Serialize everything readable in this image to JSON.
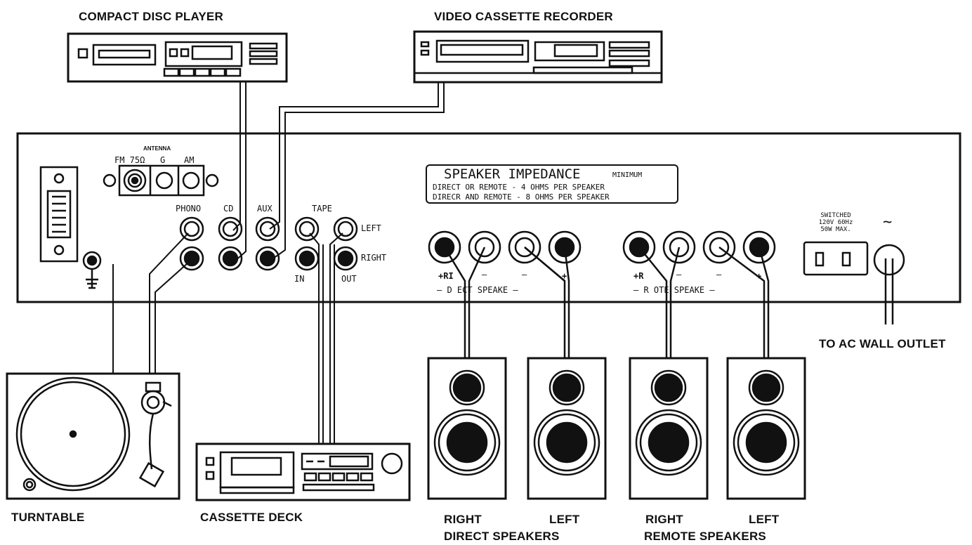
{
  "devices": {
    "cd_player": "COMPACT DISC  PLAYER",
    "vcr": "VIDEO CASSETTE RECORDER",
    "turntable": "TURNTABLE",
    "cassette_deck": "CASSETTE DECK",
    "ac_outlet": "TO AC WALL OUTLET"
  },
  "panel": {
    "antenna": "ANTENNA",
    "fm": "FM 75Ω",
    "g": "G",
    "am": "AM",
    "phono": "PHONO",
    "cd": "CD",
    "aux": "AUX",
    "tape": "TAPE",
    "left": "LEFT",
    "right": "RIGHT",
    "tape_in": "IN",
    "tape_out": "OUT",
    "plus_r_direct": "+RI",
    "plus_r_remote": "+R",
    "minus": "—",
    "plus": "+",
    "direct_speakers": "— D  ECT SPEAKE  —",
    "remote_speakers": "— R   OTE SPEAKE  —",
    "impedance_title": "SPEAKER IMPEDANCE",
    "impedance_min": "MINIMUM",
    "impedance_line1": "DIRECT OR REMOTE  - 4 OHMS PER SPEAKER",
    "impedance_line2": "DIRECR AND REMOTE - 8 OHMS PER SPEAKER",
    "switched_1": "SWITCHED",
    "switched_2": "120V 60Hz",
    "switched_3": "50W MAX.",
    "ac_symbol": "~"
  },
  "speakers": {
    "direct_right": "RIGHT",
    "direct_left": "LEFT",
    "remote_right": "RIGHT",
    "remote_left": "LEFT",
    "direct_group": "DIRECT  SPEAKERS",
    "remote_group": "REMOTE SPEAKERS"
  }
}
